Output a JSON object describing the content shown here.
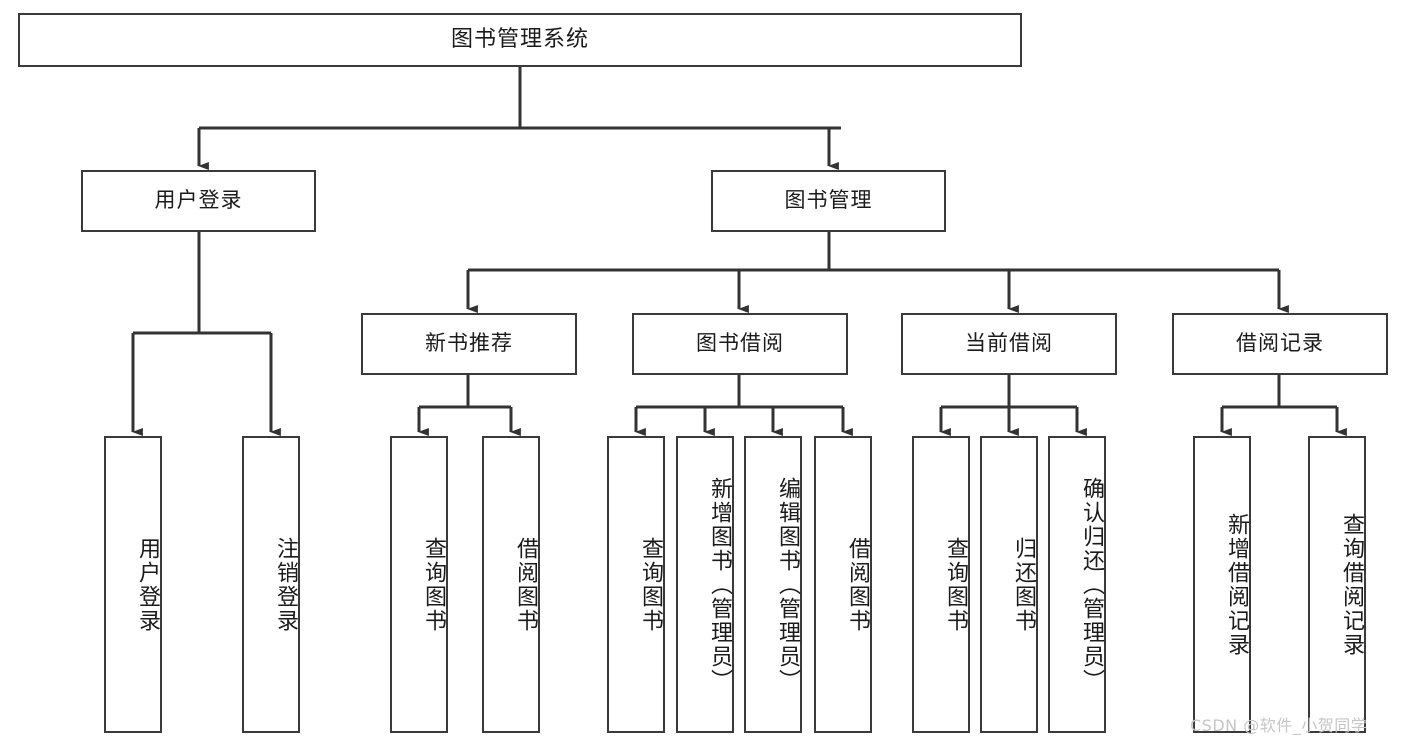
{
  "diagram": {
    "title": "图书管理系统",
    "type": "tree-hierarchy-diagram",
    "root": {
      "label": "图书管理系统"
    },
    "level2": [
      {
        "label": "用户登录"
      },
      {
        "label": "图书管理"
      }
    ],
    "level3": [
      {
        "label": "新书推荐"
      },
      {
        "label": "图书借阅"
      },
      {
        "label": "当前借阅"
      },
      {
        "label": "借阅记录"
      }
    ],
    "leaves": [
      {
        "label": "用户登录",
        "parent": "用户登录"
      },
      {
        "label": "注销登录",
        "parent": "用户登录"
      },
      {
        "label": "查询图书",
        "parent": "新书推荐"
      },
      {
        "label": "借阅图书",
        "parent": "新书推荐"
      },
      {
        "label": "查询图书",
        "parent": "图书借阅"
      },
      {
        "label": "新增图书（管理员）",
        "parent": "图书借阅"
      },
      {
        "label": "编辑图书（管理员）",
        "parent": "图书借阅"
      },
      {
        "label": "借阅图书",
        "parent": "图书借阅"
      },
      {
        "label": "查询图书",
        "parent": "当前借阅"
      },
      {
        "label": "归还图书",
        "parent": "当前借阅"
      },
      {
        "label": "确认归还（管理员）",
        "parent": "当前借阅"
      },
      {
        "label": "新增借阅记录",
        "parent": "借阅记录"
      },
      {
        "label": "查询借阅记录",
        "parent": "借阅记录"
      }
    ],
    "watermark": "CSDN @软件_小贺同学",
    "colors": {
      "box_border": "#3a3a3a",
      "box_fill": "#ffffff",
      "connector": "#333333",
      "text": "#1b1b1b",
      "watermark": "#c6c6c6"
    }
  }
}
